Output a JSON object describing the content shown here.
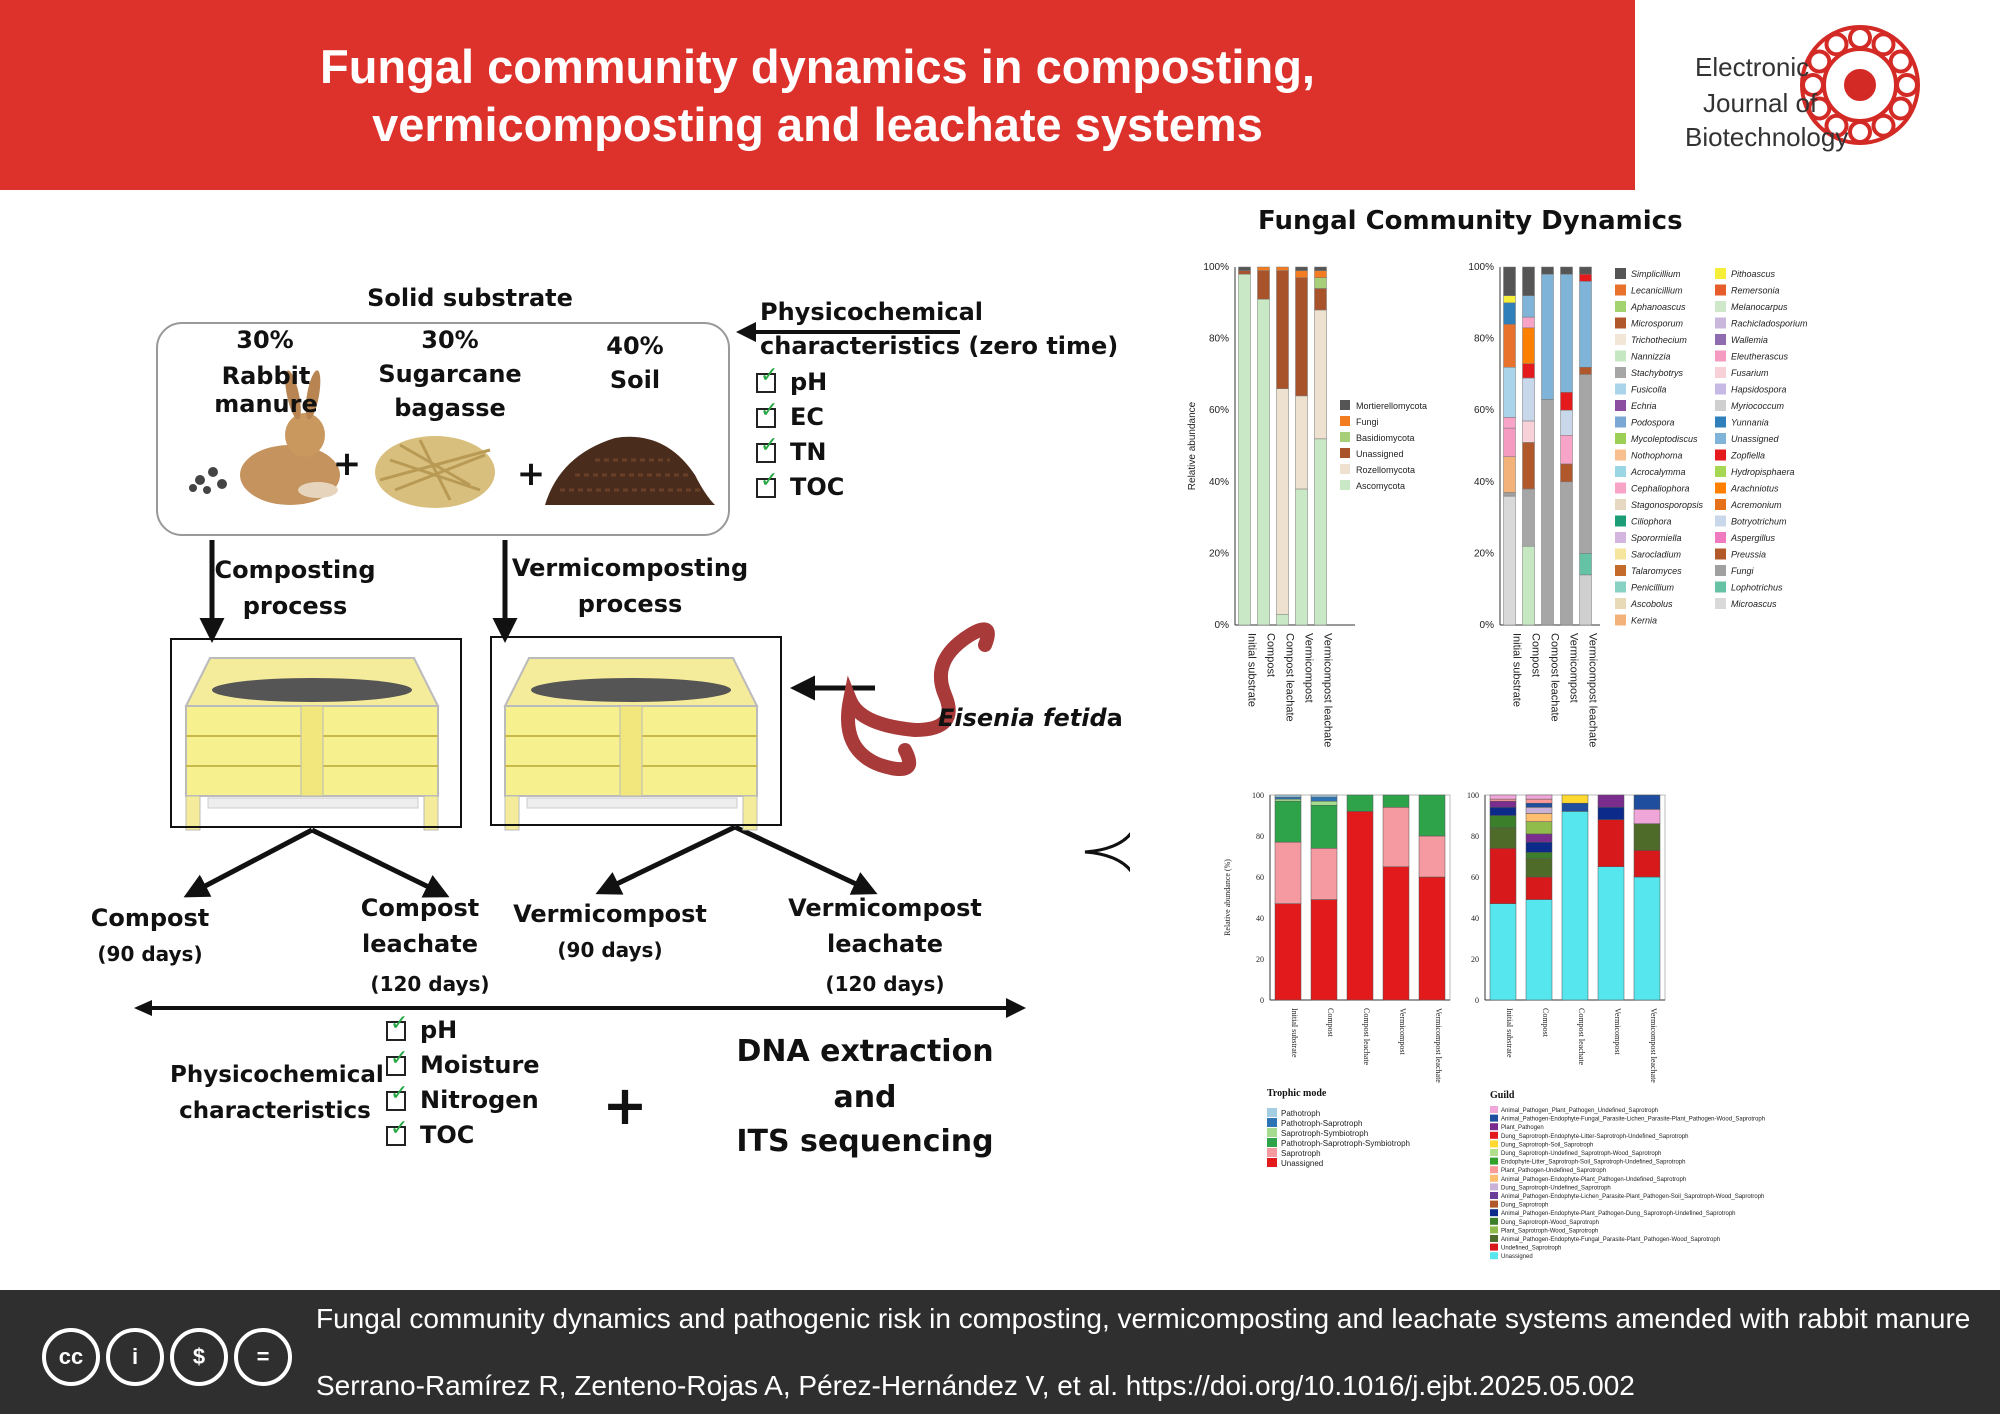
{
  "header": {
    "title_line1": "Fungal community dynamics in composting,",
    "title_line2": "vermicomposting and leachate systems",
    "journal_line1": "Electronic",
    "journal_line2": "Journal of",
    "journal_line3": "Biotechnology",
    "accent": "#dd312c"
  },
  "diagram": {
    "solid_substrate": "Solid substrate",
    "rabbit_pct": "30%",
    "rabbit": "Rabbit manure",
    "bagasse_pct": "30%",
    "bagasse_l1": "Sugarcane",
    "bagasse_l2": "bagasse",
    "soil_pct": "40%",
    "soil": "Soil",
    "plus": "+",
    "phys_zero_l1": "Physicochemical",
    "phys_zero_l2": "characteristics (zero time)",
    "zero_checks": [
      "pH",
      "EC",
      "TN",
      "TOC"
    ],
    "composting_l1": "Composting",
    "composting_l2": "process",
    "vermi_l1": "Vermicomposting",
    "vermi_l2": "process",
    "worm_label_a": "Eisenia fetid",
    "worm_label_b": "a",
    "compost": "Compost",
    "compost_days": "(90 days)",
    "compost_leach_l1": "Compost",
    "compost_leach_l2": "leachate",
    "compost_leach_days": "(120 days)",
    "vermicompost": "Vermicompost",
    "vermicompost_days": "(90 days)",
    "vermi_leach_l1": "Vermicompost",
    "vermi_leach_l2": "leachate",
    "vermi_leach_days": "(120 days)",
    "phys_l1": "Physicochemical",
    "phys_l2": "characteristics",
    "final_checks": [
      "pH",
      "Moisture",
      "Nitrogen",
      "TOC"
    ],
    "dna_l1": "DNA extraction",
    "dna_l2": "and",
    "dna_l3": "ITS sequencing"
  },
  "charts_title": "Fungal Community Dynamics",
  "chart_data": [
    {
      "type": "bar",
      "stacked": true,
      "ylabel": "Relative abundance",
      "yticks": [
        "0%",
        "20%",
        "40%",
        "60%",
        "80%",
        "100%"
      ],
      "categories": [
        "Initial substrate",
        "Compost",
        "Compost leachate",
        "Vermicompost",
        "Vermicompost leachate"
      ],
      "series": [
        {
          "name": "Ascomycota",
          "color": "#c9e8c6",
          "values": [
            98,
            91,
            3,
            38,
            52
          ]
        },
        {
          "name": "Rozellomycota",
          "color": "#efe1cf",
          "values": [
            0,
            0,
            63,
            26,
            36
          ]
        },
        {
          "name": "Unassigned",
          "color": "#a8532a",
          "values": [
            1,
            8,
            33,
            33,
            6
          ]
        },
        {
          "name": "Basidiomycota",
          "color": "#a7cf7a",
          "values": [
            0,
            0,
            0,
            0,
            3
          ]
        },
        {
          "name": "Fungi",
          "color": "#f47c20",
          "values": [
            0,
            1,
            1,
            2,
            2
          ]
        },
        {
          "name": "Mortierellomycota",
          "color": "#555555",
          "values": [
            1,
            0,
            0,
            1,
            1
          ]
        }
      ],
      "legend_order": [
        "Mortierellomycota",
        "Fungi",
        "Basidiomycota",
        "Unassigned",
        "Rozellomycota",
        "Ascomycota"
      ],
      "ylim": [
        0,
        100
      ]
    },
    {
      "type": "bar",
      "stacked": true,
      "yticks": [
        "0%",
        "20%",
        "40%",
        "60%",
        "80%",
        "100%"
      ],
      "categories": [
        "Initial substrate",
        "Compost",
        "Compost leachate",
        "Vermicompost",
        "Vermicompost leachate"
      ],
      "legend_col1": [
        "Simplicillium",
        "Lecanicillium",
        "Aphanoascus",
        "Microsporum",
        "Trichothecium",
        "Nannizzia",
        "Stachybotrys",
        "Fusicolla",
        "Echria",
        "Podospora",
        "Mycoleptodiscus",
        "Nothophoma",
        "Acrocalymma",
        "Cephaliophora",
        "Stagonosporopsis",
        "Ciliophora",
        "Sporormiella",
        "Sarocladium",
        "Talaromyces",
        "Penicillium",
        "Ascobolus",
        "Kernia"
      ],
      "legend_col2": [
        "Pithoascus",
        "Remersonia",
        "Melanocarpus",
        "Rachicladosporium",
        "Wallemia",
        "Eleutherascus",
        "Fusarium",
        "Hapsidospora",
        "Myriococcum",
        "Yunnania",
        "Unassigned",
        "Zopfiella",
        "Hydropisphaera",
        "Arachniotus",
        "Acremonium",
        "Botryotrichum",
        "Aspergillus",
        "Preussia",
        "Fungi",
        "Lophotrichus",
        "Microascus"
      ],
      "col1_colors": [
        "#555555",
        "#e8722c",
        "#a3d36f",
        "#b1572c",
        "#f2e6d6",
        "#c5e8c2",
        "#a6a6a6",
        "#a9d4ea",
        "#8c4fa0",
        "#7aa7d4",
        "#9bcf55",
        "#f7c08e",
        "#9ad6e3",
        "#f7a4c8",
        "#e6d7c0",
        "#1b9e77",
        "#d4b5e0",
        "#f6e59d",
        "#c46a2a",
        "#88d2c3",
        "#e8d9b7",
        "#f3b27a"
      ],
      "col2_colors": [
        "#f5ef3a",
        "#e65c2a",
        "#cfe8c9",
        "#c9b8dc",
        "#8f6bb0",
        "#f59ac0",
        "#f7d0d8",
        "#c7b9e6",
        "#cfcfcf",
        "#2e7fba",
        "#7fb3d8",
        "#e41a1c",
        "#a6d854",
        "#ff7f00",
        "#e7711b",
        "#c8d8ea",
        "#f07ac0",
        "#b15928",
        "#a0a0a0",
        "#66c2a5",
        "#d9d9d9"
      ],
      "stacks": [
        [
          [
            "#d9d9d9",
            36
          ],
          [
            "#a0a0a0",
            1
          ],
          [
            "#f3b27a",
            10
          ],
          [
            "#f59ac0",
            8
          ],
          [
            "#f7a4c8",
            3
          ],
          [
            "#a9d4ea",
            14
          ],
          [
            "#e8722c",
            12
          ],
          [
            "#2e7fba",
            6
          ],
          [
            "#f5ef3a",
            2
          ],
          [
            "#555555",
            8
          ]
        ],
        [
          [
            "#c5e8c2",
            22
          ],
          [
            "#a6a6a6",
            16
          ],
          [
            "#b1572c",
            13
          ],
          [
            "#f7d0d8",
            6
          ],
          [
            "#c8d8ea",
            12
          ],
          [
            "#e41a1c",
            4
          ],
          [
            "#ff7f00",
            10
          ],
          [
            "#f7a4c8",
            3
          ],
          [
            "#7fb3d8",
            6
          ],
          [
            "#555555",
            8
          ]
        ],
        [
          [
            "#a6a6a6",
            63
          ],
          [
            "#7fb3d8",
            35
          ],
          [
            "#555555",
            2
          ]
        ],
        [
          [
            "#a6a6a6",
            40
          ],
          [
            "#b1572c",
            5
          ],
          [
            "#f7a4c8",
            8
          ],
          [
            "#c8d8ea",
            7
          ],
          [
            "#e41a1c",
            5
          ],
          [
            "#7fb3d8",
            33
          ],
          [
            "#555555",
            2
          ]
        ],
        [
          [
            "#cfcfcf",
            14
          ],
          [
            "#66c2a5",
            6
          ],
          [
            "#a6a6a6",
            50
          ],
          [
            "#b1572c",
            2
          ],
          [
            "#7fb3d8",
            24
          ],
          [
            "#e41a1c",
            2
          ],
          [
            "#555555",
            2
          ]
        ]
      ]
    },
    {
      "type": "bar",
      "stacked": true,
      "ylabel": "Relative abundance (%)",
      "yticks": [
        "0",
        "20",
        "40",
        "60",
        "80",
        "100"
      ],
      "categories": [
        "Initial substrate",
        "Compost",
        "Compost leachate",
        "Vermicompost",
        "Vermicompost leachate"
      ],
      "legend_title": "Trophic mode",
      "series": [
        {
          "name": "Unassigned",
          "color": "#e31a1c",
          "values": [
            47,
            49,
            92,
            65,
            60
          ]
        },
        {
          "name": "Saprotroph",
          "color": "#f59aa0",
          "values": [
            30,
            25,
            0,
            29,
            20
          ]
        },
        {
          "name": "Pathotroph-Saprotroph-Symbiotroph",
          "color": "#2fa34a",
          "values": [
            20,
            21,
            8,
            6,
            20
          ]
        },
        {
          "name": "Saprotroph-Symbiotroph",
          "color": "#a6dc8f",
          "values": [
            1,
            2,
            0,
            0,
            0
          ]
        },
        {
          "name": "Pathotroph-Saprotroph",
          "color": "#2d74b5",
          "values": [
            1,
            2,
            0,
            0,
            0
          ]
        },
        {
          "name": "Pathotroph",
          "color": "#a6cee3",
          "values": [
            1,
            1,
            0,
            0,
            0
          ]
        }
      ],
      "legend_order": [
        "Pathotroph",
        "Pathotroph-Saprotroph",
        "Saprotroph-Symbiotroph",
        "Pathotroph-Saprotroph-Symbiotroph",
        "Saprotroph",
        "Unassigned"
      ],
      "ylim": [
        0,
        100
      ]
    },
    {
      "type": "bar",
      "stacked": true,
      "yticks": [
        "0",
        "20",
        "40",
        "60",
        "80",
        "100"
      ],
      "categories": [
        "Initial substrate",
        "Compost",
        "Compost leachate",
        "Vermicompost",
        "Vermicompost leachate"
      ],
      "legend_title": "Guild",
      "legend_items": [
        "Animal_Pathogen_Plant_Pathogen_Undefined_Saprotroph",
        "Animal_Pathogen-Endophyte-Fungal_Parasite-Lichen_Parasite-Plant_Pathogen-Wood_Saprotroph",
        "Plant_Pathogen",
        "Dung_Saprotroph-Endophyte-Litter-Saprotroph-Undefined_Saprotroph",
        "Dung_Saprotroph-Soil_Saprotroph",
        "Dung_Saprotroph-Undefined_Saprotroph-Wood_Saprotroph",
        "Endophyte-Litter_Saprotroph-Soil_Saprotroph-Undefined_Saprotroph",
        "Plant_Pathogen-Undefined_Saprotroph",
        "Animal_Pathogen-Endophyte-Plant_Pathogen-Undefined_Saprotroph",
        "Dung_Saprotroph-Undefined_Saprotroph",
        "Animal_Pathogen-Endophyte-Lichen_Parasite-Plant_Pathogen-Soil_Saprotroph-Wood_Saprotroph",
        "Dung_Saprotroph",
        "Animal_Pathogen-Endophyte-Plant_Pathogen-Dung_Saprotroph-Undefined_Saprotroph",
        "Dung_Saprotroph-Wood_Saprotroph",
        "Plant_Saprotroph-Wood_Saprotroph",
        "Animal_Pathogen-Endophyte-Fungal_Parasite-Plant_Pathogen-Wood_Saprotroph",
        "Undefined_Saprotroph",
        "Unassigned"
      ],
      "legend_colors": [
        "#f0a6d8",
        "#1f4e9e",
        "#7b2d8e",
        "#e31a1c",
        "#ffd92f",
        "#b2df8a",
        "#33a02c",
        "#fb9a99",
        "#fdbf6f",
        "#cab2d6",
        "#6a3d9a",
        "#b15928",
        "#0b2a8a",
        "#3b7f2a",
        "#8fbc4a",
        "#4e6b2a",
        "#d7191c",
        "#55e6ee"
      ],
      "stacks": [
        [
          [
            "#55e6ee",
            47
          ],
          [
            "#d7191c",
            27
          ],
          [
            "#4e6b2a",
            10
          ],
          [
            "#3b7f2a",
            6
          ],
          [
            "#0b2a8a",
            4
          ],
          [
            "#7b2d8e",
            3
          ],
          [
            "#fb9a99",
            1
          ],
          [
            "#f0a6d8",
            2
          ]
        ],
        [
          [
            "#55e6ee",
            49
          ],
          [
            "#d7191c",
            11
          ],
          [
            "#4e6b2a",
            9
          ],
          [
            "#3b7f2a",
            3
          ],
          [
            "#0b2a8a",
            5
          ],
          [
            "#7b2d8e",
            4
          ],
          [
            "#8fbc4a",
            6
          ],
          [
            "#fdbf6f",
            4
          ],
          [
            "#cab2d6",
            3
          ],
          [
            "#1f4e9e",
            2
          ],
          [
            "#fb9a99",
            2
          ],
          [
            "#f0a6d8",
            2
          ]
        ],
        [
          [
            "#55e6ee",
            92
          ],
          [
            "#1f4e9e",
            4
          ],
          [
            "#ffd92f",
            4
          ]
        ],
        [
          [
            "#55e6ee",
            65
          ],
          [
            "#d7191c",
            23
          ],
          [
            "#0b2a8a",
            6
          ],
          [
            "#7b2d8e",
            6
          ]
        ],
        [
          [
            "#55e6ee",
            60
          ],
          [
            "#d7191c",
            13
          ],
          [
            "#4e6b2a",
            13
          ],
          [
            "#f0a6d8",
            7
          ],
          [
            "#1f4e9e",
            7
          ]
        ]
      ]
    }
  ],
  "footer": {
    "cc1": "cc",
    "cc2": "i",
    "cc3": "$",
    "cc4": "=",
    "citation_title": "Fungal community dynamics and pathogenic risk in composting, vermicomposting and leachate systems amended with rabbit manure",
    "citation_authors": "Serrano-Ramírez R, Zenteno-Rojas A, Pérez-Hernández V, et al. https://doi.org/10.1016/j.ejbt.2025.05.002"
  }
}
